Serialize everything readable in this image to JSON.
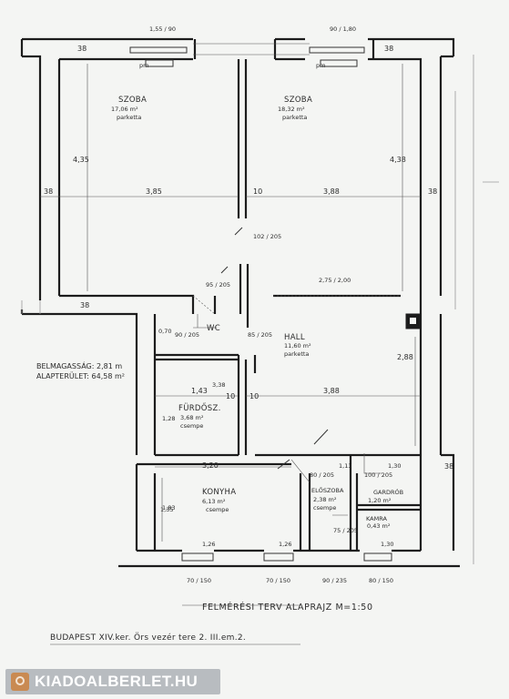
{
  "title": "FELMÉRÉSI TERV  ALAPRAJZ  M=1:50",
  "address": "BUDAPEST XIV.ker. Örs vezér tere 2. III.em.2.",
  "watermark": "KIADOALBERLET.HU",
  "rooms": [
    {
      "name": "SZOBA",
      "area": "17,06 m²",
      "floor": "parketta"
    },
    {
      "name": "SZOBA",
      "area": "18,32 m²",
      "floor": "parketta"
    },
    {
      "name": "WC",
      "area": "",
      "floor": ""
    },
    {
      "name": "HALL",
      "area": "11,60 m²",
      "floor": "parketta"
    },
    {
      "name": "FÜRDŐSZ.",
      "area": "3,68 m²",
      "floor": "csempe"
    },
    {
      "name": "KONYHA",
      "area": "6,13 m²",
      "floor": "csempe"
    },
    {
      "name": "ELŐSZOBA",
      "area": "2,38 m²",
      "floor": "csempe"
    },
    {
      "name": "GARDRÓB",
      "area": "1,20 m²",
      "floor": ""
    },
    {
      "name": "KAMRA",
      "area": "0,43 m²",
      "floor": ""
    }
  ],
  "labels": {
    "height": "BELMAGASSÁG: 2,81 m",
    "floor_area": "ALAPTERÜLET: 64,58 m²",
    "parapet": "pm",
    "parapet_2": "pm"
  },
  "dimensions": {
    "d_155_90": "1,55 / 90",
    "d_90_180": "90 / 1,80",
    "d_38_tl": "38",
    "d_38_tr": "38",
    "d_38_l": "38",
    "d_38_r": "38",
    "d_385": "3,85",
    "d_388": "3,88",
    "d_10": "10",
    "d_435": "4,35",
    "d_438": "4,38",
    "d_102_205": "102 / 205",
    "d_95_205": "95 / 205",
    "d_275_200": "2,75 / 2,00",
    "d_38_mid": "38",
    "d_90_205": "90 / 205",
    "d_85_205": "85 / 205",
    "d_070": "0,70",
    "d_338": "3,38",
    "d_143": "1,43",
    "d_388b": "3,88",
    "d_10b": "10",
    "d_10c": "10",
    "d_288": "2,88",
    "d_320": "3,20",
    "d_80_205": "80 / 205",
    "d_113": "1,13",
    "d_130": "1,30",
    "d_100_205": "100 / 205",
    "d_135": "1,35",
    "d_75_205": "75 / 205",
    "d_126": "1,26",
    "d_126b": "1,26",
    "d_130b": "1,30",
    "d_70_150a": "70 / 150",
    "d_70_150b": "70 / 150",
    "d_90_235": "90 / 235",
    "d_80_150": "80 / 150",
    "d_38_b": "38",
    "d_128": "1,28",
    "d_183": "1,83"
  }
}
